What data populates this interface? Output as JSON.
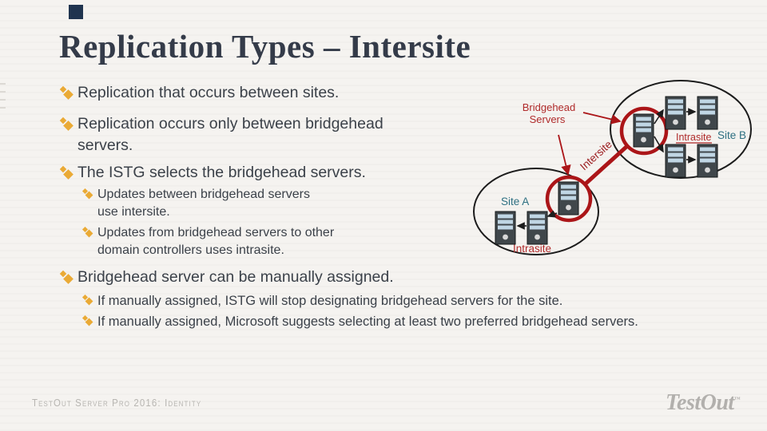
{
  "slide": {
    "title": "Replication Types – Intersite",
    "bullets": [
      {
        "level": 1,
        "text": "Replication that occurs between sites."
      },
      {
        "level": 1,
        "text": "Replication occurs only between bridgehead servers."
      },
      {
        "level": 1,
        "text": "The ISTG selects the bridgehead servers."
      },
      {
        "level": 2,
        "text": "Updates between bridgehead servers use intersite."
      },
      {
        "level": 2,
        "text": "Updates from bridgehead servers to other domain controllers uses intrasite."
      },
      {
        "level": 1,
        "text": "Bridgehead server can be manually assigned."
      },
      {
        "level": 2,
        "text": "If manually assigned, ISTG will stop designating bridgehead servers for the site."
      },
      {
        "level": 2,
        "text": "If manually assigned, Microsoft suggests selecting at least two preferred bridgehead servers."
      }
    ],
    "footer": "TestOut Server Pro 2016: Identity",
    "logo_text": "TestOut",
    "logo_mark": "™",
    "colors": {
      "background": "#f5f3f0",
      "title_text": "#343b49",
      "body_text": "#3b4149",
      "bullet_gold": "#eaaa35"
    }
  },
  "diagram": {
    "bridgehead_label_line1": "Bridgehead",
    "bridgehead_label_line2": "Servers",
    "intersite_label": "Intersite",
    "site_a_label": "Site A",
    "site_b_label": "Site B",
    "site_a_intrasite_label": "Intrasite",
    "site_b_intrasite_label": "Intrasite",
    "colors": {
      "red_accent": "#ab1518",
      "red_label": "#b02b2b",
      "teal_label": "#2e7082",
      "server_body": "#40474b",
      "server_stripe": "#c0d6e4",
      "ellipse_stroke": "#1c1c1c"
    }
  }
}
